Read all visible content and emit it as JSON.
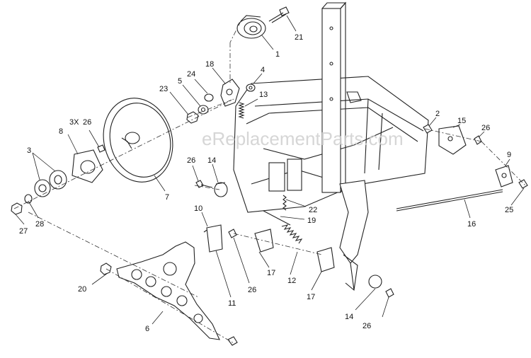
{
  "watermark": "eReplacementParts.com",
  "callouts": {
    "c1": "1",
    "c2": "2",
    "c3": "3",
    "c3x": "3X",
    "c4": "4",
    "c5": "5",
    "c6": "6",
    "c7": "7",
    "c8": "8",
    "c9": "9",
    "c10": "10",
    "c11": "11",
    "c12": "12",
    "c13": "13",
    "c14a": "14",
    "c14b": "14",
    "c15": "15",
    "c16": "16",
    "c17a": "17",
    "c17b": "17",
    "c18": "18",
    "c19": "19",
    "c20": "20",
    "c21": "21",
    "c22": "22",
    "c23": "23",
    "c24": "24",
    "c25": "25",
    "c26a": "26",
    "c26b": "26",
    "c26c": "26",
    "c26d": "26",
    "c26e": "26",
    "c27": "27",
    "c28": "28"
  }
}
